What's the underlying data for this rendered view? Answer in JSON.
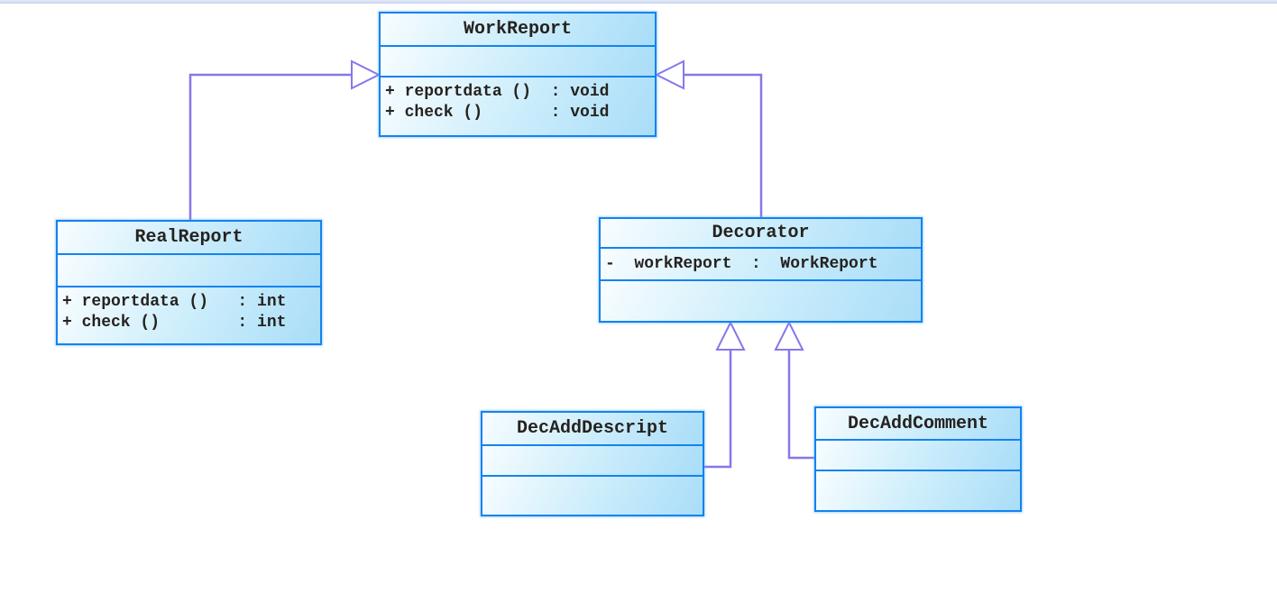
{
  "diagram": {
    "type": "uml-class-diagram",
    "colors": {
      "box_border": "#1283f0",
      "box_fill_light": "#f8fdff",
      "box_fill_dark": "#a9ddf8",
      "connector": "#8578ea",
      "top_bar": "#c6d2ee",
      "text": "#262220"
    },
    "classes": {
      "work_report": {
        "name": "WorkReport",
        "attributes": [],
        "methods": [
          "+ reportdata ()  : void",
          "+ check ()       : void"
        ]
      },
      "real_report": {
        "name": "RealReport",
        "attributes": [],
        "methods": [
          "+ reportdata ()   : int",
          "+ check ()        : int"
        ]
      },
      "decorator": {
        "name": "Decorator",
        "attributes": [
          "-  workReport  :  WorkReport"
        ],
        "methods": []
      },
      "dec_add_descript": {
        "name": "DecAddDescript",
        "attributes": [],
        "methods": []
      },
      "dec_add_comment": {
        "name": "DecAddComment",
        "attributes": [],
        "methods": []
      }
    },
    "relations": [
      {
        "from": "RealReport",
        "to": "WorkReport",
        "type": "generalization"
      },
      {
        "from": "Decorator",
        "to": "WorkReport",
        "type": "generalization"
      },
      {
        "from": "DecAddDescript",
        "to": "Decorator",
        "type": "generalization"
      },
      {
        "from": "DecAddComment",
        "to": "Decorator",
        "type": "generalization"
      }
    ]
  }
}
